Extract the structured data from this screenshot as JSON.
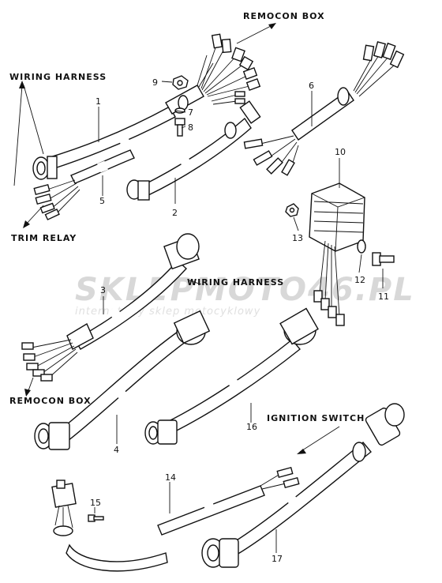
{
  "watermark": {
    "brand": "SKLEPMOTO46.PL",
    "tagline": "internetowy sklep motocyklowy"
  },
  "labels": {
    "remocon_box_top": "REMOCON BOX",
    "wiring_harness_left": "WIRING HARNESS",
    "trim_relay": "TRIM RELAY",
    "wiring_harness_mid": "WIRING HARNESS",
    "remocon_box_left": "REMOCON BOX",
    "ignition_switch": "IGNITION SWITCH"
  },
  "callouts": [
    "1",
    "2",
    "3",
    "4",
    "5",
    "6",
    "7",
    "8",
    "9",
    "10",
    "11",
    "12",
    "13",
    "14",
    "15",
    "16",
    "17"
  ]
}
